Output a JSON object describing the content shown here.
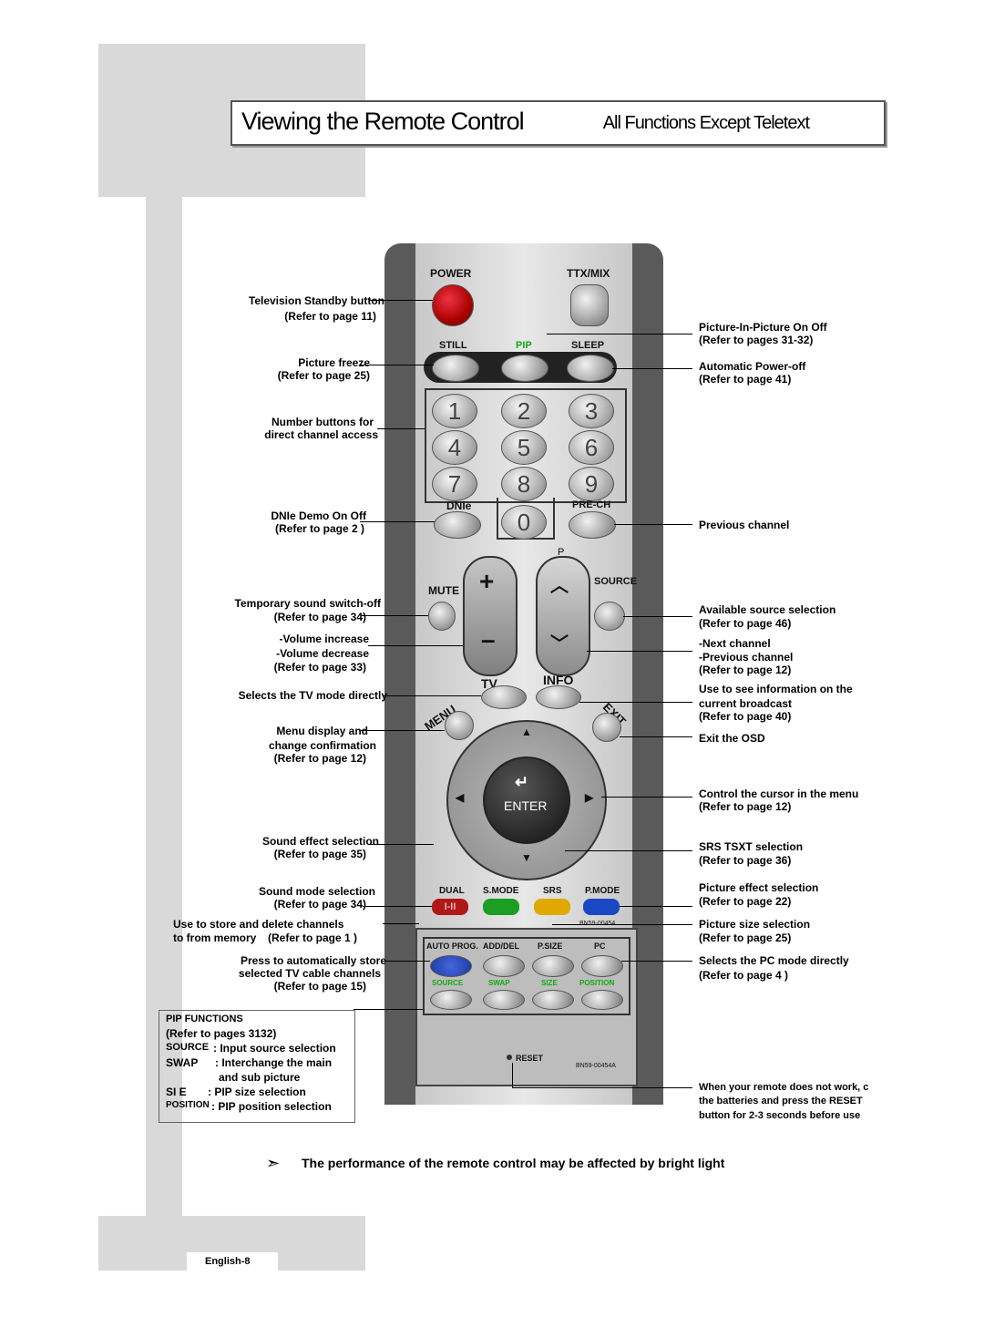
{
  "header": {
    "title": "Viewing the Remote Control",
    "subtitle": "All Functions Except Teletext"
  },
  "remote": {
    "power": "POWER",
    "ttxmix": "TTX/MIX",
    "still": "STILL",
    "pip": "PIP",
    "sleep": "SLEEP",
    "numbers": [
      "1",
      "2",
      "3",
      "4",
      "5",
      "6",
      "7",
      "8",
      "9",
      "0"
    ],
    "dnie": "DNIe",
    "prech": "PRE-CH",
    "mute": "MUTE",
    "p": "P",
    "source": "SOURCE",
    "tv": "TV",
    "info": "INFO",
    "menu": "MENU",
    "exit": "EXIT",
    "enter": "ENTER",
    "dual": "DUAL",
    "smode": "S.MODE",
    "srs": "SRS",
    "pmode": "P.MODE",
    "dual_sym": "I-II",
    "model_top": "BN59-00454",
    "autoprog": "AUTO PROG.",
    "adddel": "ADD/DEL",
    "psize": "P.SIZE",
    "pc": "PC",
    "pip_source": "SOURCE",
    "pip_swap": "SWAP",
    "pip_size": "SIZE",
    "pip_position": "POSITION",
    "reset": "RESET",
    "model_bottom": "BN59-00454A"
  },
  "left_labels": {
    "standby": "Television Standby button",
    "standby_ref": "(Refer to page 11)",
    "freeze": "Picture freeze",
    "freeze_ref": "(Refer to page 25)",
    "numbers1": "Number buttons for",
    "numbers2": "direct channel access",
    "dnie": "DNIe Demo On Off",
    "dnie_ref": "(Refer to page 2 )",
    "mute": "Temporary sound switch-off",
    "mute_ref": "(Refer to page 34)",
    "vol_up": "-Volume increase",
    "vol_down": "-Volume decrease",
    "vol_ref": "(Refer to page 33)",
    "tv": "Selects the TV mode directly",
    "menu1": "Menu display and",
    "menu2": "change confirmation",
    "menu_ref": "(Refer to page 12)",
    "sound_effect": "Sound effect selection",
    "sound_effect_ref": "(Refer to page 35)",
    "sound_mode": "Sound mode selection",
    "sound_mode_ref": "(Refer to page 34)",
    "store1": "Use to store and delete channels",
    "store2": "to from memory",
    "store_ref": "(Refer to page 1 )",
    "auto1": "Press to automatically store",
    "auto2": "selected TV cable channels",
    "auto_ref": "(Refer to page 15)"
  },
  "pip_functions": {
    "title": "PIP FUNCTIONS",
    "ref": "(Refer to pages 3132)",
    "source_key": "SOURCE",
    "source_val": ": Input source selection",
    "swap_key": "SWAP",
    "swap_val1": ": Interchange the main",
    "swap_val2": "and sub picture",
    "size_key": "SI E",
    "size_val": ": PIP size selection",
    "position_key": "POSITION",
    "position_val": ": PIP position selection"
  },
  "right_labels": {
    "pip": "Picture-In-Picture On   Off",
    "pip_ref": "(Refer to pages 31-32)",
    "sleep": "Automatic Power-off",
    "sleep_ref": "(Refer to page 41)",
    "prech": "Previous channel",
    "source": "Available source selection",
    "source_ref": "(Refer to page 46)",
    "next": "-Next channel",
    "prev": "-Previous channel",
    "channel_ref": "(Refer to page 12)",
    "info1": "Use to see information on the",
    "info2": "current broadcast",
    "info_ref": "(Refer to page 40)",
    "exit": "Exit the OSD",
    "cursor": "Control the cursor in the menu",
    "cursor_ref": "(Refer to page 12)",
    "srs": "SRS TSXT selection",
    "srs_ref": "(Refer to page 36)",
    "pmode": "Picture effect selection",
    "pmode_ref": "(Refer to page 22)",
    "psize": "Picture size selection",
    "psize_ref": "(Refer to page 25)",
    "pc": "Selects the PC mode directly",
    "pc_ref": "(Refer to page 4 )",
    "reset1": "When your remote does not  work, c",
    "reset2": "the batteries and press the RESET",
    "reset3": "button for 2-3 seconds before use"
  },
  "note": "The performance of the remote control may be affected by bright light",
  "footer": "English-8"
}
